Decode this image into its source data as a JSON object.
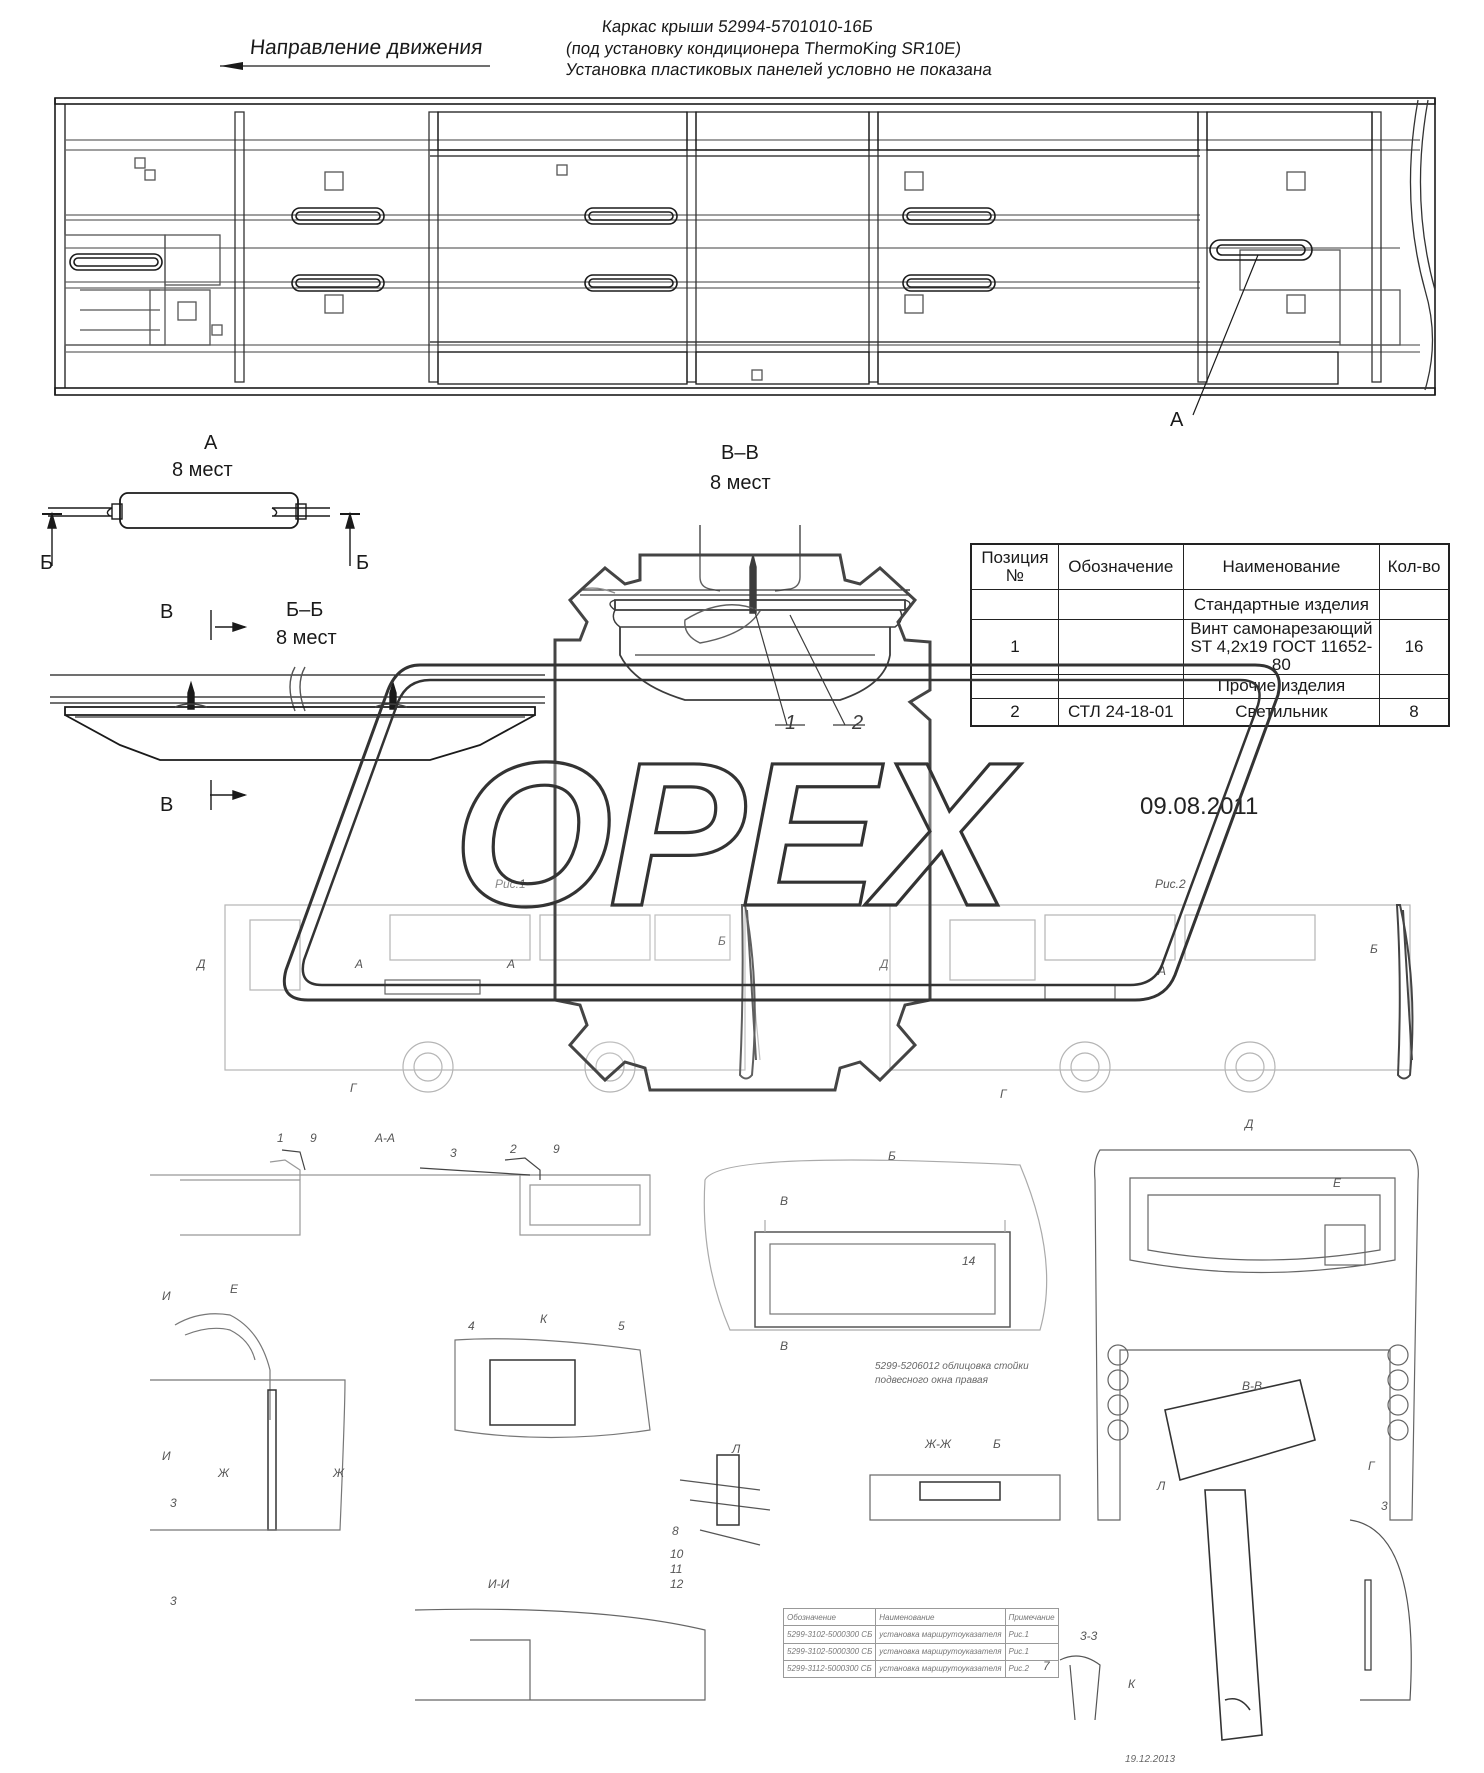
{
  "header": {
    "direction_label": "Направление движения",
    "title_line1": "Каркас крыши 52994-5701010-16Б",
    "title_line2": "(под установку кондиционера ThermoKing SR10E)",
    "title_line3": "Установка пластиковых панелей условно не показана"
  },
  "views": {
    "callout_a": "А",
    "view_a_title": "А",
    "view_a_qty": "8 мест",
    "cut_b_left": "Б",
    "cut_b_right": "Б",
    "view_vv_title": "В–В",
    "view_vv_qty": "8 мест",
    "leader_1": "1",
    "leader_2": "2",
    "view_bb_title": "Б–Б",
    "view_bb_qty": "8 мест",
    "cut_v_top": "В",
    "cut_v_bottom": "В"
  },
  "spec_table": {
    "headers": [
      "Позиция №",
      "Обозначение",
      "Наименование",
      "Кол-во"
    ],
    "section_standard": "Стандартные изделия",
    "row1": {
      "pos": "1",
      "code": "",
      "name_line1": "Винт самонарезающий",
      "name_line2": "ST 4,2х19 ГОСТ 11652-80",
      "qty": "16"
    },
    "section_other": "Прочие изделия",
    "row2": {
      "pos": "2",
      "code": "СТЛ 24-18-01",
      "name": "Светильник",
      "qty": "8"
    }
  },
  "date": "09.08.2011",
  "watermark": "OPEX",
  "background_sheet": {
    "fig1": "Рис.1",
    "fig2": "Рис.2",
    "letters": [
      "А",
      "А",
      "Б",
      "Д",
      "Г",
      "Г",
      "Б",
      "Д",
      "А"
    ],
    "aa": "А-А",
    "nums_top": [
      "1",
      "9",
      "3",
      "2",
      "9"
    ],
    "view_b": "Б",
    "view_b_v1": "В",
    "view_b_v2": "В",
    "part_14": "14",
    "note_52": "5299-5206012 облицовка стойки",
    "note_52b": "подвесного окна правая",
    "view_d": "Д",
    "view_e_top": "Е",
    "view_e": "Е",
    "view_i": "И",
    "view_k": "К",
    "k_4": "4",
    "k_5": "5",
    "vv": "В-В",
    "zz": "Ж-Ж",
    "zz_b": "Б",
    "l1": "Л",
    "l2": "Л",
    "g": "Г",
    "z3": "3",
    "z3b": "3-3",
    "k2": "К",
    "n7": "7",
    "ii": "И-И",
    "left_labels": [
      "И",
      "И",
      "Ж",
      "Ж",
      "3",
      "3"
    ],
    "l_nums": [
      "8",
      "10",
      "11",
      "12"
    ],
    "stamp_headers": [
      "Обозначение",
      "Наименование",
      "Примечание"
    ],
    "stamp_rows": [
      [
        "5299-3102-5000300 СБ",
        "установка маршрутоуказателя",
        "Рис.1"
      ],
      [
        "5299-3102-5000300 СБ",
        "установка маршрутоуказателя",
        "Рис.1"
      ],
      [
        "5299-3112-5000300 СБ",
        "установка маршрутоуказателя",
        "Рис.2"
      ]
    ],
    "small_date": "19.12.2013"
  },
  "colors": {
    "line": "#1a1a1a",
    "faint": "#8a8a8a",
    "watermark_stroke": "#555555"
  }
}
